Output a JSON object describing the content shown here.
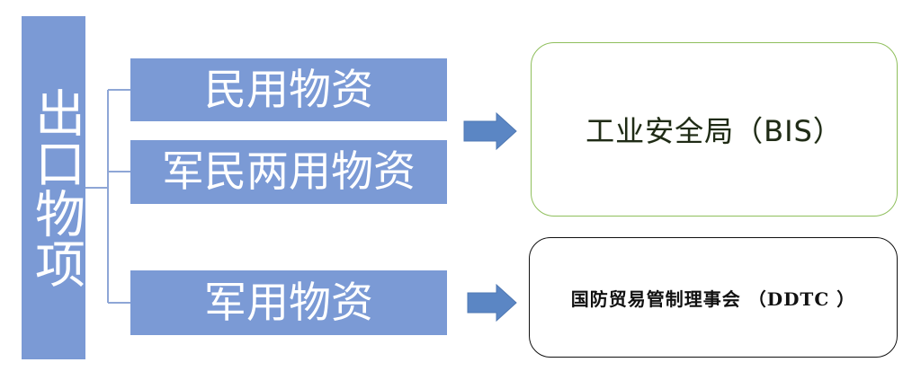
{
  "title": "出口物项",
  "categories": [
    {
      "label": "民用物资"
    },
    {
      "label": "军民两用物资"
    },
    {
      "label": "军用物资"
    }
  ],
  "agencies": [
    {
      "label": "工业安全局（BIS）"
    },
    {
      "label": "国防贸易管制理事会 （DDTC ）"
    }
  ],
  "colors": {
    "box_fill": "#7b9ad5",
    "arrow_fill": "#5b86c4",
    "connector": "#8ea6d6",
    "agency1_border": "#8fbf5c",
    "agency2_border": "#111111"
  }
}
